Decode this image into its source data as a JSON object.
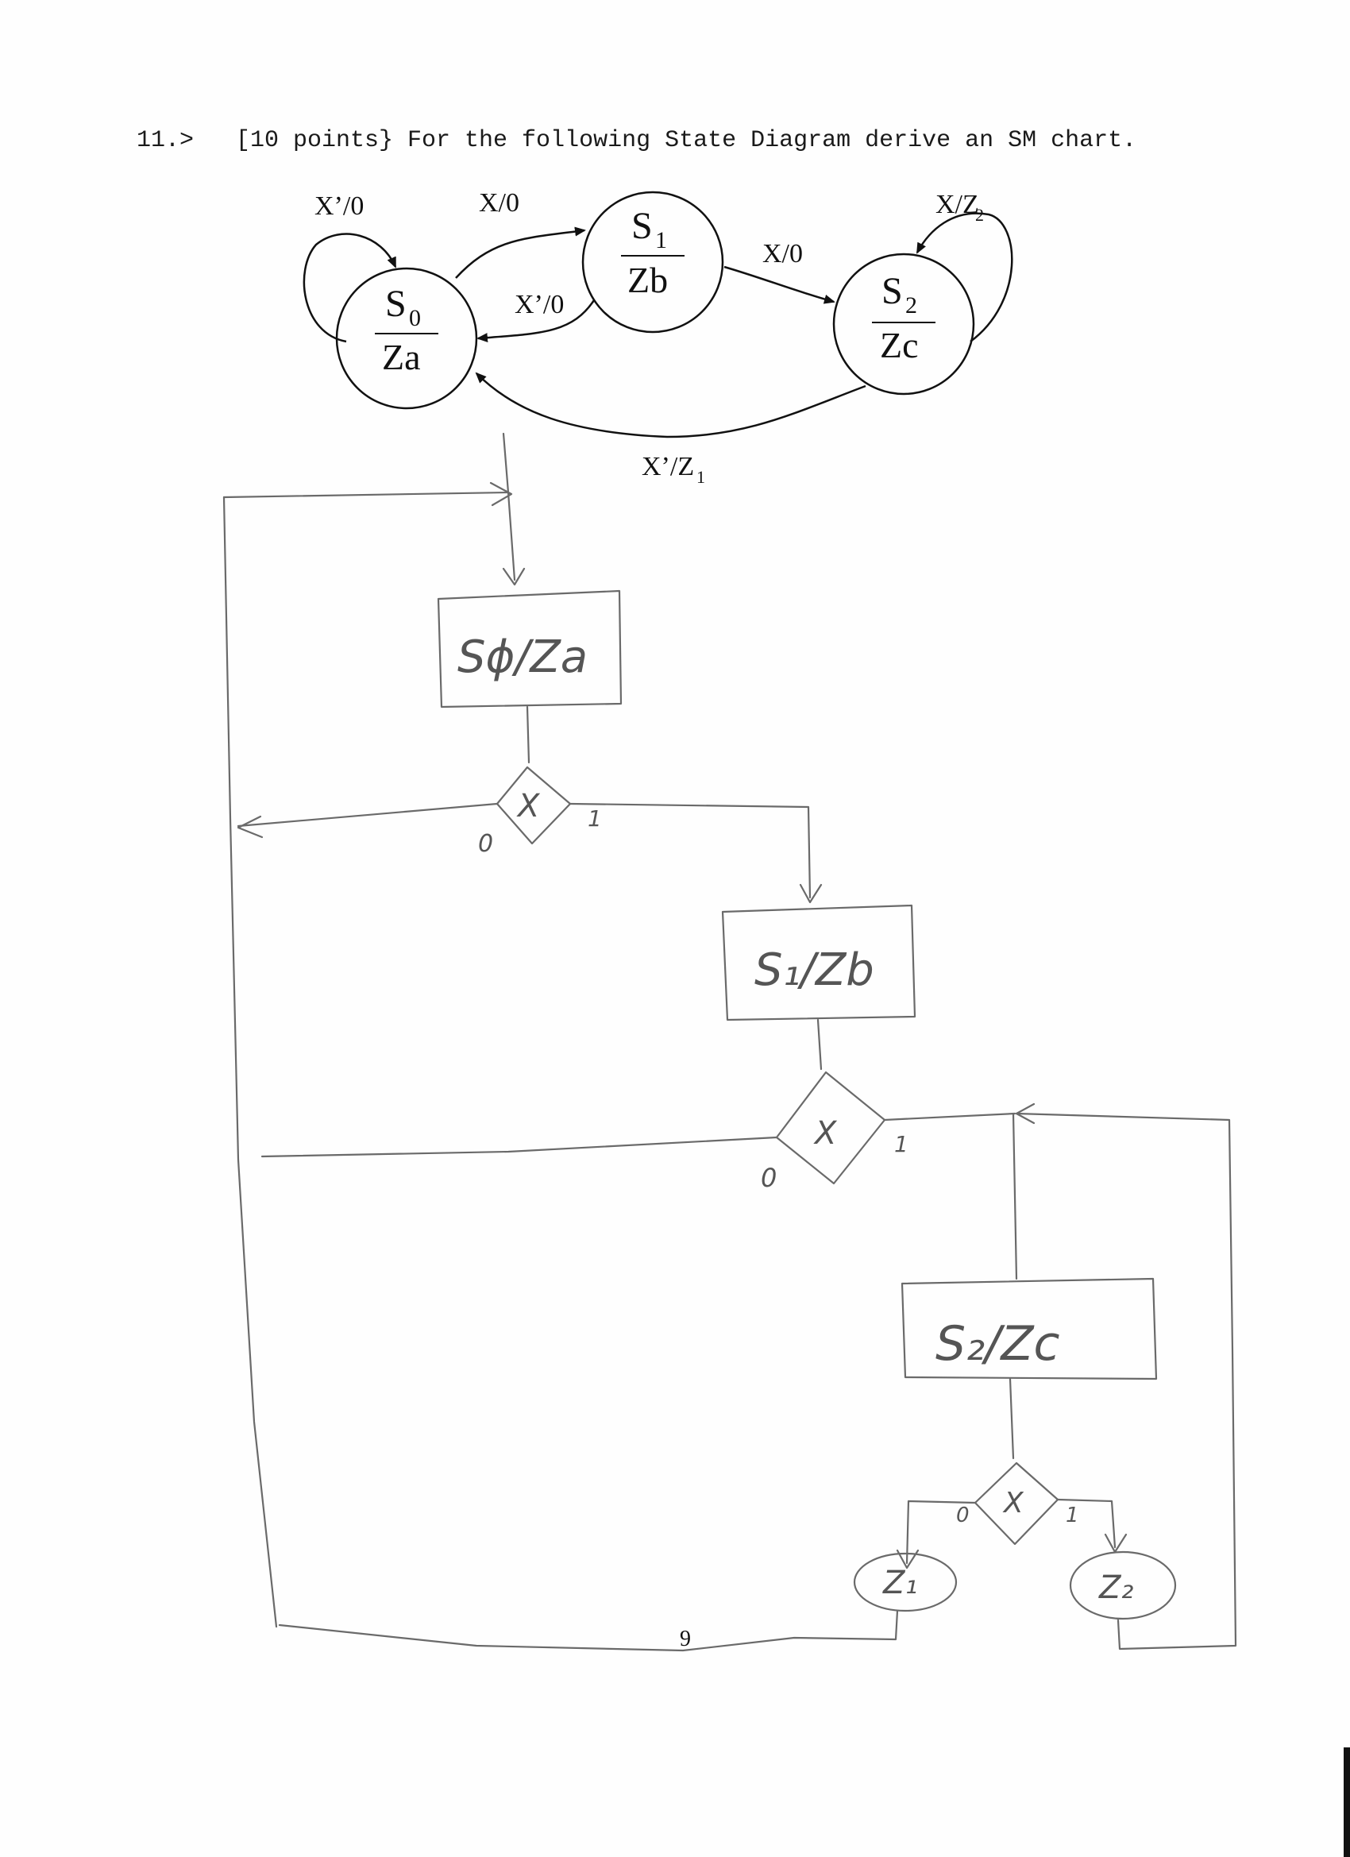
{
  "question": {
    "number": "11.>",
    "text": "[10 points} For the following State Diagram derive an SM chart."
  },
  "state_diagram": {
    "states": [
      {
        "id": "S0",
        "name": "S",
        "sub": "0",
        "output": "Za"
      },
      {
        "id": "S1",
        "name": "S",
        "sub": "1",
        "output": "Zb"
      },
      {
        "id": "S2",
        "name": "S",
        "sub": "2",
        "output": "Zc"
      }
    ],
    "transitions": [
      {
        "from": "S0",
        "to": "S0",
        "label": "X’/0"
      },
      {
        "from": "S0",
        "to": "S1",
        "label": "X/0"
      },
      {
        "from": "S1",
        "to": "S0",
        "label": "X’/0"
      },
      {
        "from": "S1",
        "to": "S2",
        "label": "X/0"
      },
      {
        "from": "S2",
        "to": "S2",
        "label": "X/Z",
        "label_sub": "2"
      },
      {
        "from": "S2",
        "to": "S0",
        "label": "X’/Z",
        "label_sub": "1"
      }
    ]
  },
  "sm_chart": {
    "state_boxes": [
      {
        "label": "Sϕ/Za"
      },
      {
        "label": "S₁/Zb"
      },
      {
        "label": "S₂/Zc"
      }
    ],
    "decisions": [
      {
        "label": "X",
        "false_label": "0",
        "true_label": "1"
      },
      {
        "label": "X",
        "false_label": "0",
        "true_label": "1"
      },
      {
        "label": "X",
        "false_label": "0",
        "true_label": "1"
      }
    ],
    "conditional_outputs": [
      {
        "label": "Z₁"
      },
      {
        "label": "Z₂"
      }
    ]
  },
  "page_number": "9"
}
